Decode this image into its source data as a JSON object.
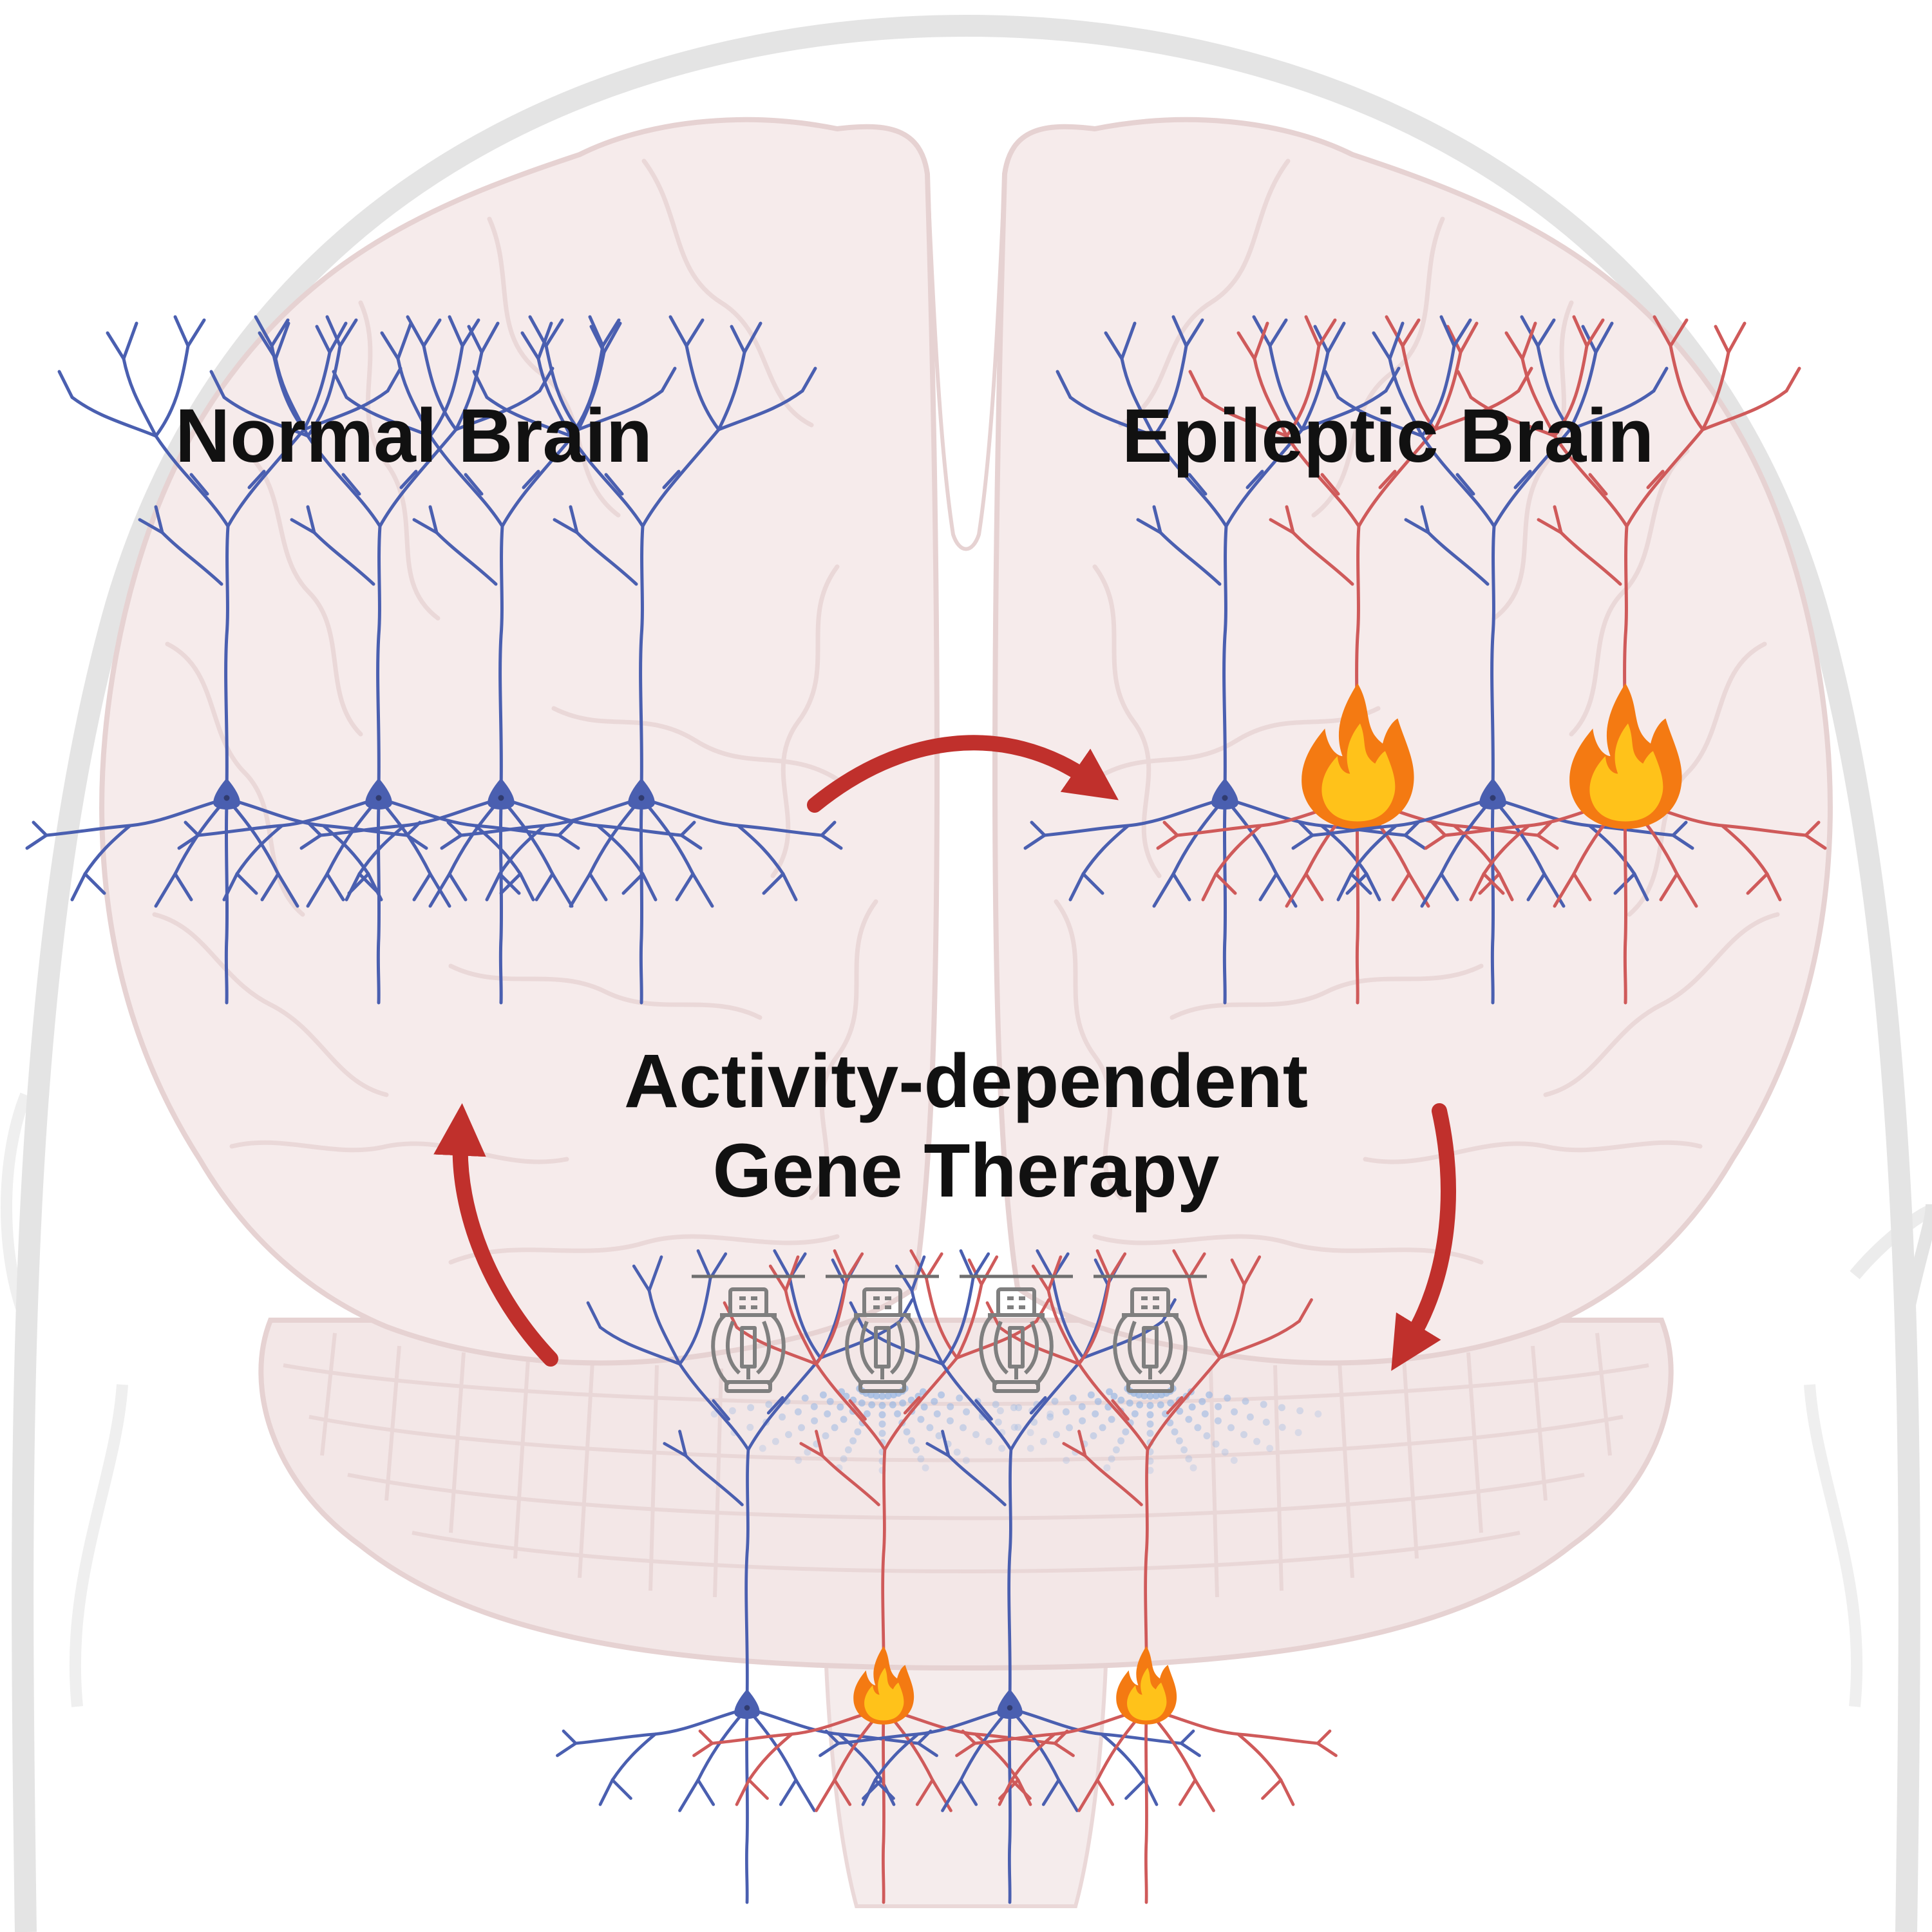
{
  "labels": {
    "normal_brain": "Normal Brain",
    "epileptic_brain": "Epileptic Brain",
    "therapy_line1": "Activity-dependent",
    "therapy_line2": "Gene Therapy"
  },
  "neurons": {
    "normal_group": [
      "normal",
      "normal",
      "normal",
      "normal"
    ],
    "epileptic_group": [
      "normal",
      "epileptic",
      "normal",
      "epileptic"
    ],
    "therapy_group": [
      "normal",
      "epileptic",
      "normal",
      "epileptic"
    ]
  },
  "sprinklers": {
    "count": 4,
    "spraying": [
      false,
      true,
      false,
      true
    ]
  },
  "colors": {
    "normal_neuron": "#4a5fb0",
    "epileptic_neuron": "#cf5a5a",
    "arrow": "#c0302c",
    "flame_outer": "#f47a12",
    "flame_inner": "#ffc21a",
    "brain_fill": "#f6ebeb",
    "brain_line": "#e6d2d2",
    "head_outline": "#e4e4e4",
    "spray": "#9bb8e3",
    "sprinkler": "#7f7f7f"
  },
  "icons": {
    "flame": "flame-icon",
    "sprinkler": "sprinkler-icon",
    "arrow": "curved-arrow-icon"
  }
}
